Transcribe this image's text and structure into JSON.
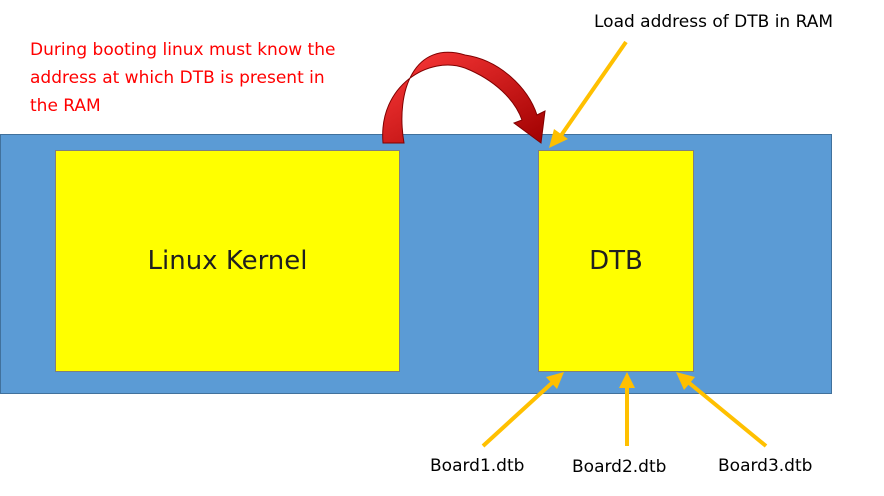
{
  "diagram": {
    "note": "During booting linux must know the\naddress at which DTB is present in\nthe RAM",
    "kernel_label": "Linux Kernel",
    "dtb_label": "DTB",
    "load_label": "Load address of DTB in RAM",
    "boards": [
      "Board1.dtb",
      "Board2.dtb",
      "Board3.dtb"
    ]
  },
  "colors": {
    "ram": "#5b9bd5",
    "box": "#ffff00",
    "note": "#ff0000",
    "arrow": "#ffc000",
    "curved_arrow": "#c00000"
  }
}
